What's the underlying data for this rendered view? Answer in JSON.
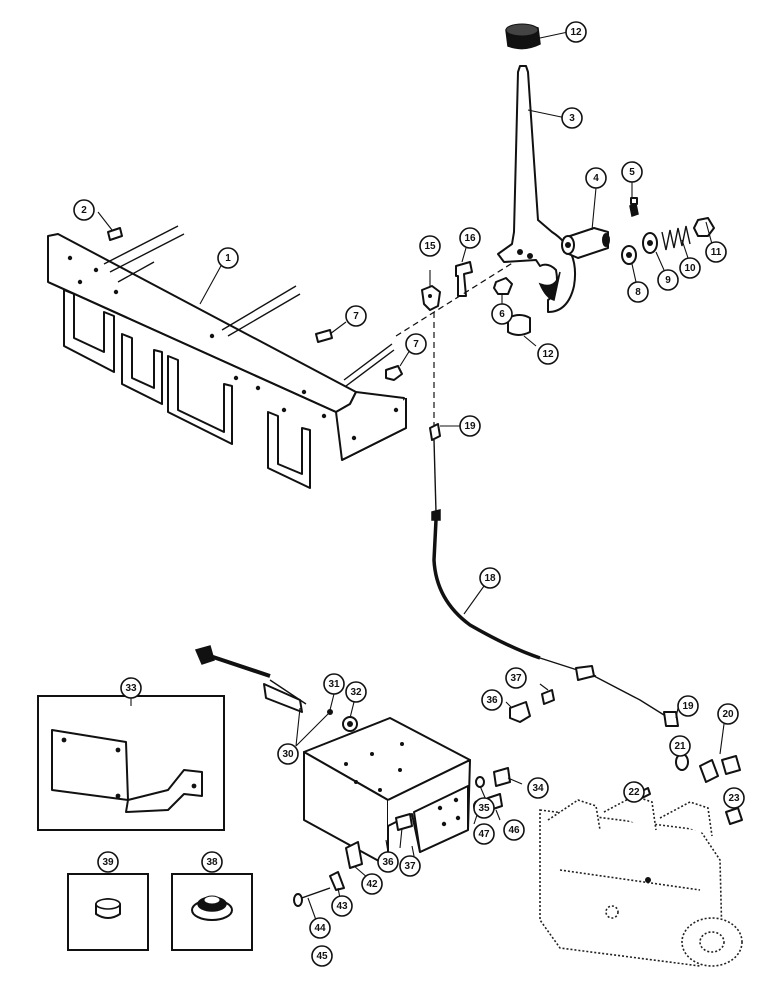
{
  "callouts": [
    {
      "id": "12",
      "label": "12"
    },
    {
      "id": "3",
      "label": "3"
    },
    {
      "id": "4",
      "label": "4"
    },
    {
      "id": "5",
      "label": "5"
    },
    {
      "id": "2",
      "label": "2"
    },
    {
      "id": "1",
      "label": "1"
    },
    {
      "id": "16",
      "label": "16"
    },
    {
      "id": "15",
      "label": "15"
    },
    {
      "id": "11",
      "label": "11"
    },
    {
      "id": "10",
      "label": "10"
    },
    {
      "id": "9",
      "label": "9"
    },
    {
      "id": "8",
      "label": "8"
    },
    {
      "id": "7a",
      "label": "7"
    },
    {
      "id": "7b",
      "label": "7"
    },
    {
      "id": "6",
      "label": "6"
    },
    {
      "id": "12b",
      "label": "12"
    },
    {
      "id": "19",
      "label": "19"
    },
    {
      "id": "18",
      "label": "18"
    },
    {
      "id": "37",
      "label": "37"
    },
    {
      "id": "36",
      "label": "36"
    },
    {
      "id": "19b",
      "label": "19"
    },
    {
      "id": "20",
      "label": "20"
    },
    {
      "id": "21",
      "label": "21"
    },
    {
      "id": "22",
      "label": "22"
    },
    {
      "id": "23",
      "label": "23"
    },
    {
      "id": "33",
      "label": "33"
    },
    {
      "id": "31",
      "label": "31"
    },
    {
      "id": "32",
      "label": "32"
    },
    {
      "id": "30",
      "label": "30"
    },
    {
      "id": "34",
      "label": "34"
    },
    {
      "id": "35",
      "label": "35"
    },
    {
      "id": "46",
      "label": "46"
    },
    {
      "id": "47",
      "label": "47"
    },
    {
      "id": "39",
      "label": "39"
    },
    {
      "id": "38",
      "label": "38"
    },
    {
      "id": "36b",
      "label": "36"
    },
    {
      "id": "37b",
      "label": "37"
    },
    {
      "id": "42",
      "label": "42"
    },
    {
      "id": "43",
      "label": "43"
    },
    {
      "id": "44",
      "label": "44"
    },
    {
      "id": "45",
      "label": "45"
    }
  ]
}
